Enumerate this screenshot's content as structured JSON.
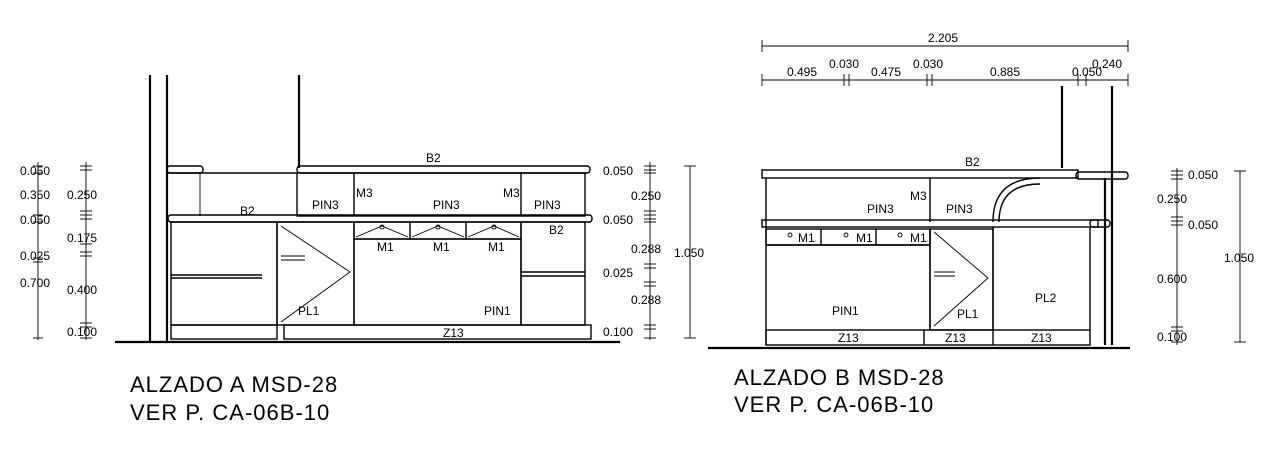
{
  "elevation_a": {
    "title": "ALZADO  A  MSD-28",
    "subtitle": "VER P. CA-06B-10",
    "left_dims_outer": [
      "0.050",
      "0.350",
      "0.050",
      "0.025",
      "0.700"
    ],
    "left_dims_inner": [
      "0.250",
      "0.175",
      "0.400",
      "0.100"
    ],
    "right_dims": [
      "0.050",
      "0.250",
      "0.050",
      "0.288",
      "0.025",
      "0.288",
      "0.100"
    ],
    "total_height": "1.050",
    "labels": {
      "b2_top": "B2",
      "b2_left": "B2",
      "b2_right": "B2",
      "pin3_left": "PIN3",
      "pin3_mid": "PIN3",
      "pin3_right": "PIN3",
      "m3_left": "M3",
      "m3_right": "M3",
      "m1_a": "M1",
      "m1_b": "M1",
      "m1_c": "M1",
      "pl1": "PL1",
      "pin1": "PIN1",
      "z13": "Z13"
    }
  },
  "elevation_b": {
    "title": "ALZADO  B  MSD-28",
    "subtitle": "VER P. CA-06B-10",
    "top_total": "2.205",
    "top_dims": [
      "0.495",
      "0.030",
      "0.475",
      "0.030",
      "0.885",
      "0.050",
      "0.240"
    ],
    "right_dims": [
      "0.050",
      "0.250",
      "0.050",
      "0.600",
      "0.100"
    ],
    "total_height": "1.050",
    "labels": {
      "b2": "B2",
      "m3": "M3",
      "pin3_a": "PIN3",
      "pin3_b": "PIN3",
      "m1_a": "M1",
      "m1_b": "M1",
      "m1_c": "M1",
      "pin1": "PIN1",
      "pl1": "PL1",
      "pl2": "PL2",
      "z13_a": "Z13",
      "z13_b": "Z13",
      "z13_c": "Z13"
    }
  }
}
